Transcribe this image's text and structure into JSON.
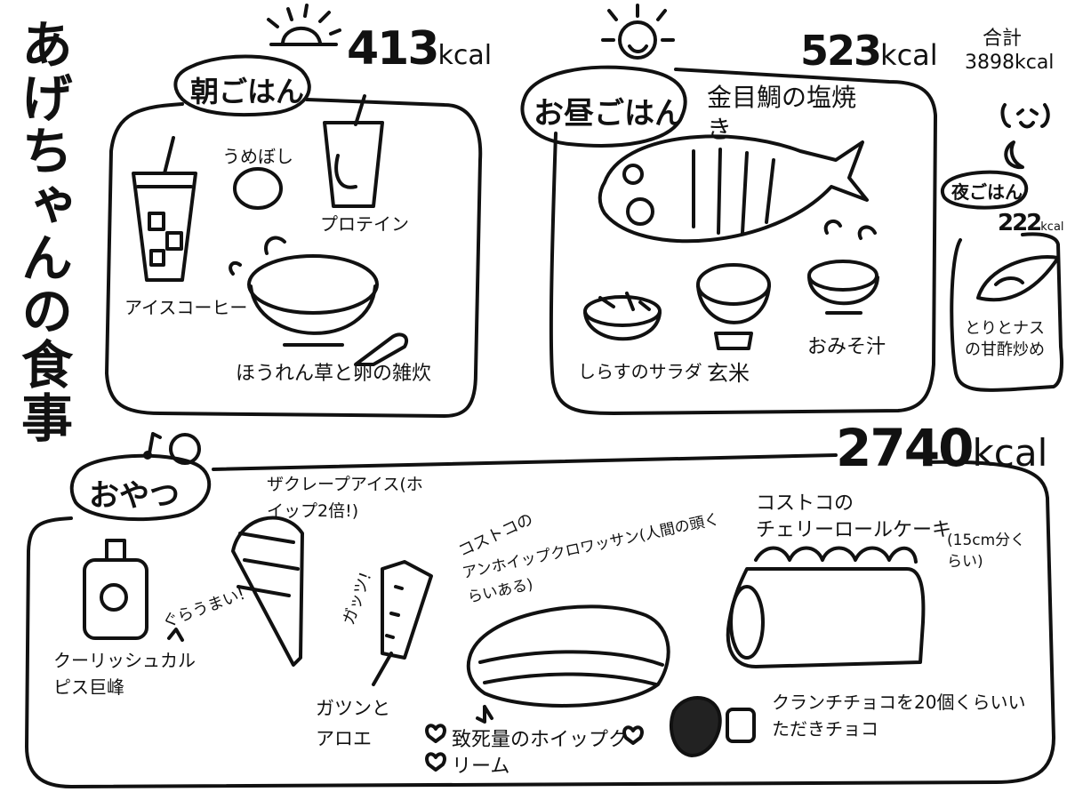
{
  "title": "あげちゃんの食事",
  "breakfast": {
    "label": "朝ごはん",
    "kcal": "413",
    "unit": "kcal",
    "items": [
      "アイスコーヒー",
      "うめぼし",
      "プロテイン",
      "ほうれん草と卵の雑炊"
    ]
  },
  "lunch": {
    "label": "お昼ごはん",
    "kcal": "523",
    "unit": "kcal",
    "fish_title": "金目鯛の塩焼き",
    "items": [
      "しらすのサラダ",
      "玄米",
      "おみそ汁"
    ]
  },
  "total": {
    "label": "合計",
    "value": "3898kcal",
    "face": "(^ω^)"
  },
  "dinner": {
    "label": "夜ごはん",
    "kcal": "222",
    "unit": "kcal",
    "item": "とりとナスの甘酢炒め"
  },
  "snacks": {
    "label": "おやつ",
    "kcal": "2740",
    "unit": "kcal",
    "calpis": "クーリッシュカルピス巨峰",
    "calpis_comment": "ぐらうまい!",
    "crepe": "ザクレープアイス(ホイップ2倍!)",
    "garigari": "ガツンとアロエ",
    "garigari_sfx": "ガッツ!",
    "croissant_maker": "コストコの",
    "croissant": "アンホイップクロワッサン(人間の頭くらいある)",
    "croissant_note": "致死量のホイップクリーム",
    "cake_maker": "コストコの",
    "cake": "チェリーロールケーキ",
    "cake_size": "(15cm分くらい)",
    "choco": "クランチチョコを20個くらいいただきチョコ"
  },
  "icons": [
    "sun-icon",
    "moon-icon",
    "happy-face-icon",
    "music-note-icon"
  ]
}
